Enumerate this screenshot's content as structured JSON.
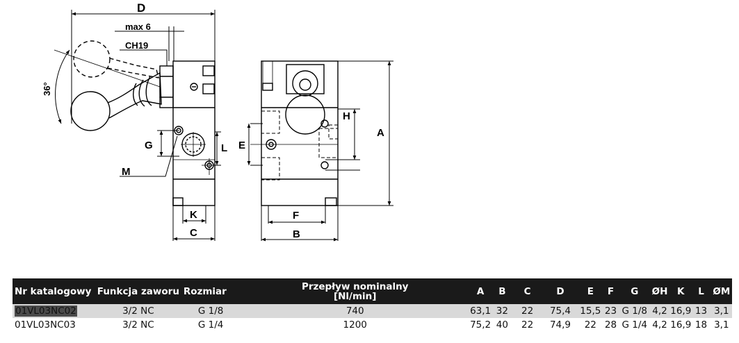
{
  "drawing": {
    "labels": {
      "D": "D",
      "max6": "max 6",
      "ch19": "CH19",
      "angle": "36°",
      "G": "G",
      "L": "L",
      "E": "E",
      "M": "M",
      "K": "K",
      "C": "C",
      "F": "F",
      "B": "B",
      "H": "H",
      "A": "A"
    }
  },
  "table": {
    "headers": {
      "catalog": "Nr katalogowy",
      "function": "Funkcja zaworu",
      "size": "Rozmiar",
      "flow_line1": "Przepływ nominalny",
      "flow_line2": "[Nl/min]",
      "A": "A",
      "B": "B",
      "C": "C",
      "D": "D",
      "E": "E",
      "F": "F",
      "G": "G",
      "OH": "ØH",
      "K": "K",
      "L": "L",
      "OM": "ØM"
    },
    "rows": [
      {
        "catalog": "01VL03NC02",
        "function": "3/2 NC",
        "size": "G 1/8",
        "flow": "740",
        "A": "63,1",
        "B": "32",
        "C": "22",
        "D": "75,4",
        "E": "15,5",
        "F": "23",
        "G": "G 1/8",
        "OH": "4,2",
        "K": "16,9",
        "L": "13",
        "OM": "3,1"
      },
      {
        "catalog": "01VL03NC03",
        "function": "3/2 NC",
        "size": "G 1/4",
        "flow": "1200",
        "A": "75,2",
        "B": "40",
        "C": "22",
        "D": "74,9",
        "E": "22",
        "F": "28",
        "G": "G 1/4",
        "OH": "4,2",
        "K": "16,9",
        "L": "18",
        "OM": "3,1"
      }
    ]
  }
}
